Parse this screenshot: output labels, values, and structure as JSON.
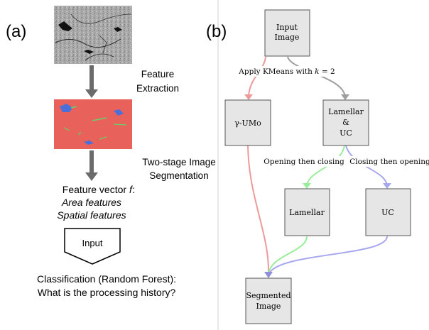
{
  "panel_a": {
    "label": "(a)",
    "step1_line1": "Feature",
    "step1_line2": "Extraction",
    "step2_line1": "Two-stage Image",
    "step2_line2": "Segmentation",
    "feature_title": "Feature vector 𝑓:",
    "feature_area": "Area features",
    "feature_spatial": "Spatial features",
    "input_label": "Input",
    "classification_line1": "Classification (Random Forest):",
    "classification_line2": "What is the processing history?"
  },
  "panel_b": {
    "label": "(b)",
    "nodes": {
      "input_line1": "Input",
      "input_line2": "Image",
      "gamma": "γ-UMo",
      "lam_uc_line1": "Lamellar",
      "lam_uc_line2": "&",
      "lam_uc_line3": "UC",
      "lamellar": "Lamellar",
      "uc": "UC",
      "seg_line1": "Segmented",
      "seg_line2": "Image"
    },
    "edges": {
      "kmeans": "Apply KMeans with 𝑘 = 2",
      "open_close": "Opening then closing",
      "close_open": "Closing then opening"
    },
    "colors": {
      "red": "#ef9a9a",
      "gray": "#9e9e9e",
      "green": "#98ee98",
      "blue": "#a7a7f0",
      "node_fill": "#e6e6e6",
      "seg_red": "#e8615a",
      "seg_blue": "#4b6fd8",
      "seg_green": "#63d36a"
    }
  }
}
